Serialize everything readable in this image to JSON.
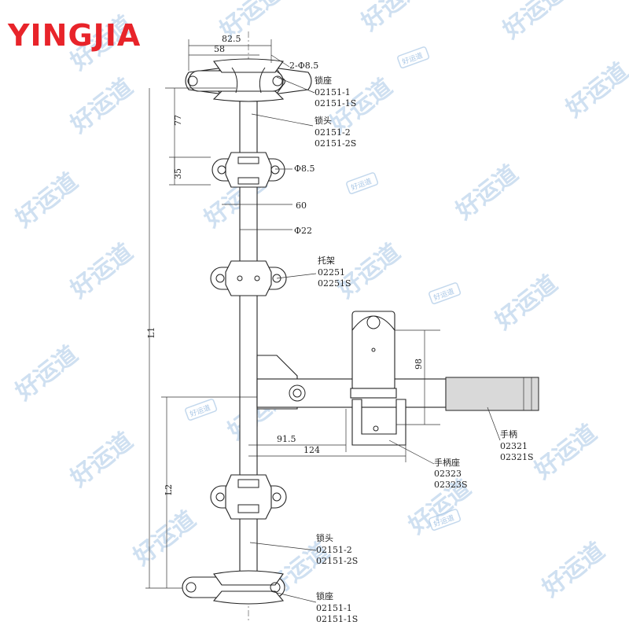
{
  "brand": {
    "logo_text": "YINGJIA",
    "logo_color": "#e8242a"
  },
  "watermark": {
    "text": "好运道",
    "badge_text": "好运道",
    "color": "#a9c7e6"
  },
  "dimensions": {
    "top_width_outer": "82.5",
    "top_width_inner": "58",
    "top_holes": "2-Φ8.5",
    "pitch_77": "77",
    "pitch_35": "35",
    "hole_8_5": "Φ8.5",
    "width_60": "60",
    "rod_22": "Φ22",
    "length_L1": "L1",
    "length_L2": "L2",
    "height_98": "98",
    "offset_91_5": "91.5",
    "offset_124": "124"
  },
  "callouts": {
    "lock_seat_top": {
      "name": "锁座",
      "code1": "02151-1",
      "code2": "02151-1S"
    },
    "lock_head_top": {
      "name": "锁头",
      "code1": "02151-2",
      "code2": "02151-2S"
    },
    "bracket": {
      "name": "托架",
      "code1": "02251",
      "code2": "02251S"
    },
    "handle": {
      "name": "手柄",
      "code1": "02321",
      "code2": "02321S"
    },
    "handle_seat": {
      "name": "手柄座",
      "code1": "02323",
      "code2": "02323S"
    },
    "lock_head_bottom": {
      "name": "锁头",
      "code1": "02151-2",
      "code2": "02151-2S"
    },
    "lock_seat_bottom": {
      "name": "锁座",
      "code1": "02151-1",
      "code2": "02151-1S"
    }
  }
}
